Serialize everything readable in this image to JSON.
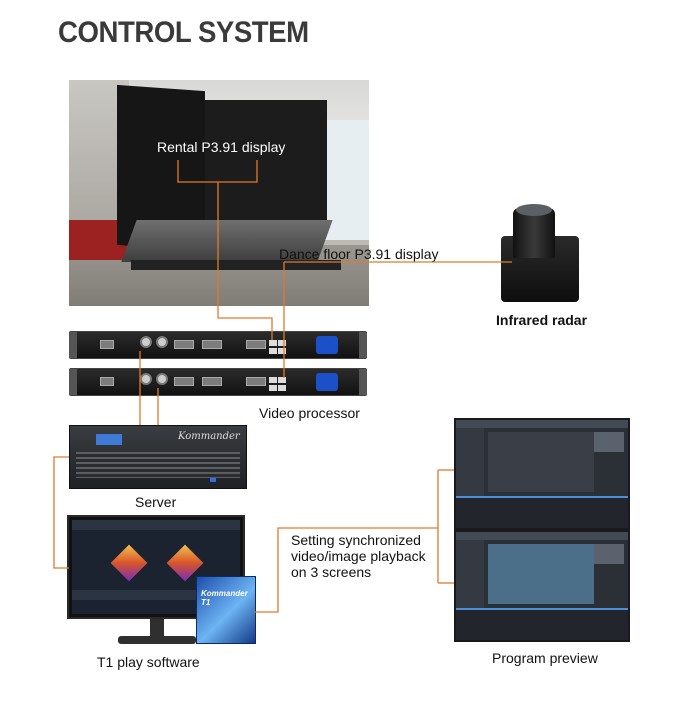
{
  "title": "CONTROL SYSTEM",
  "labels": {
    "rental_display": "Rental P3.91 display",
    "dance_floor": "Dance floor P3.91 display",
    "infrared_radar": "Infrared radar",
    "video_processor": "Video processor",
    "server": "Server",
    "server_brand": "Kommander",
    "setting_line1": "Setting synchronized",
    "setting_line2": "video/image playback",
    "setting_line3": "on 3 screens",
    "t1_software": "T1 play software",
    "t1_box_brand": "Kommander T1",
    "program_preview": "Program preview"
  },
  "colors": {
    "connector": "#e07a2c",
    "title": "#3a3a3a",
    "server_lcd": "#3f7ad6",
    "timeline_accent": "#4a90d9"
  }
}
